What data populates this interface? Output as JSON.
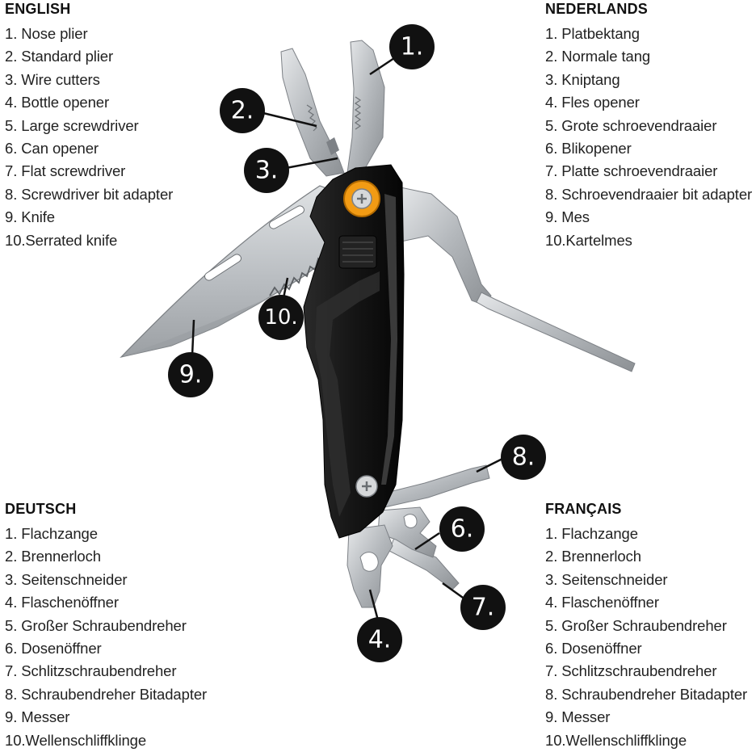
{
  "legends": {
    "english": {
      "heading": "ENGLISH",
      "items": [
        "1. Nose plier",
        "2. Standard plier",
        "3. Wire cutters",
        "4. Bottle opener",
        "5. Large screwdriver",
        "6. Can opener",
        "7. Flat screwdriver",
        "8. Screwdriver bit adapter",
        "9. Knife",
        "10.Serrated knife"
      ]
    },
    "nederlands": {
      "heading": "NEDERLANDS",
      "items": [
        "1. Platbektang",
        "2. Normale tang",
        "3. Kniptang",
        "4. Fles opener",
        "5. Grote schroevendraaier",
        "6. Blikopener",
        "7. Platte schroevendraaier",
        "8. Schroevendraaier bit adapter",
        "9. Mes",
        "10.Kartelmes"
      ]
    },
    "deutsch": {
      "heading": "DEUTSCH",
      "items": [
        "1. Flachzange",
        "2. Brennerloch",
        "3. Seitenschneider",
        "4. Flaschenöffner",
        "5. Großer Schraubendreher",
        "6. Dosenöffner",
        "7. Schlitzschraubendreher",
        "8. Schraubendreher Bitadapter",
        "9. Messer",
        "10.Wellenschliffklinge"
      ]
    },
    "francais": {
      "heading": "FRANÇAIS",
      "items": [
        "1. Flachzange",
        "2. Brennerloch",
        "3. Seitenschneider",
        "4. Flaschenöffner",
        "5. Großer Schraubendreher",
        "6. Dosenöffner",
        "7. Schlitzschraubendreher",
        "8. Schraubendreher Bitadapter",
        "9. Messer",
        "10.Wellenschliffklinge"
      ]
    }
  },
  "callouts": [
    "1.",
    "2.",
    "3.",
    "4.",
    "6.",
    "7.",
    "8.",
    "9.",
    "10."
  ],
  "colors": {
    "handle": "#141414",
    "steel": "#b9bcbf",
    "accent": "#f29b14",
    "callout": "#111111"
  }
}
